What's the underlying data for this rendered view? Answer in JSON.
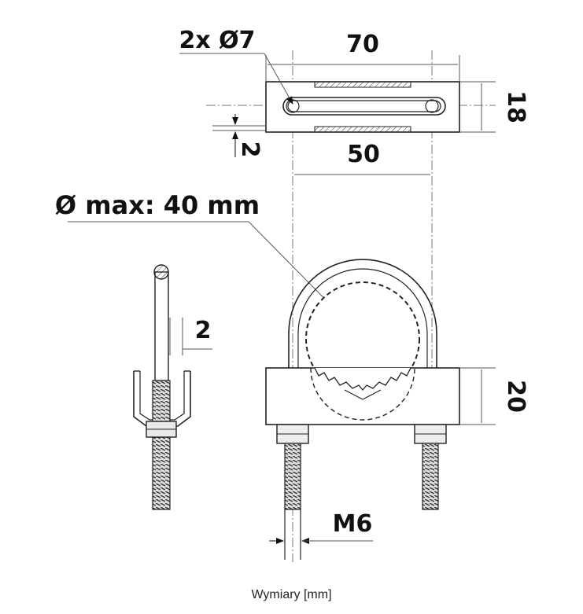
{
  "dimensions": {
    "hole_spec": "2x Ø7",
    "plate_length": "70",
    "plate_width": "18",
    "plate_thickness": "2",
    "hole_spacing": "50",
    "max_diameter": "Ø max: 40 mm",
    "rod_gap": "2",
    "block_height": "20",
    "thread": "M6"
  },
  "caption": "Wymiary [mm]"
}
